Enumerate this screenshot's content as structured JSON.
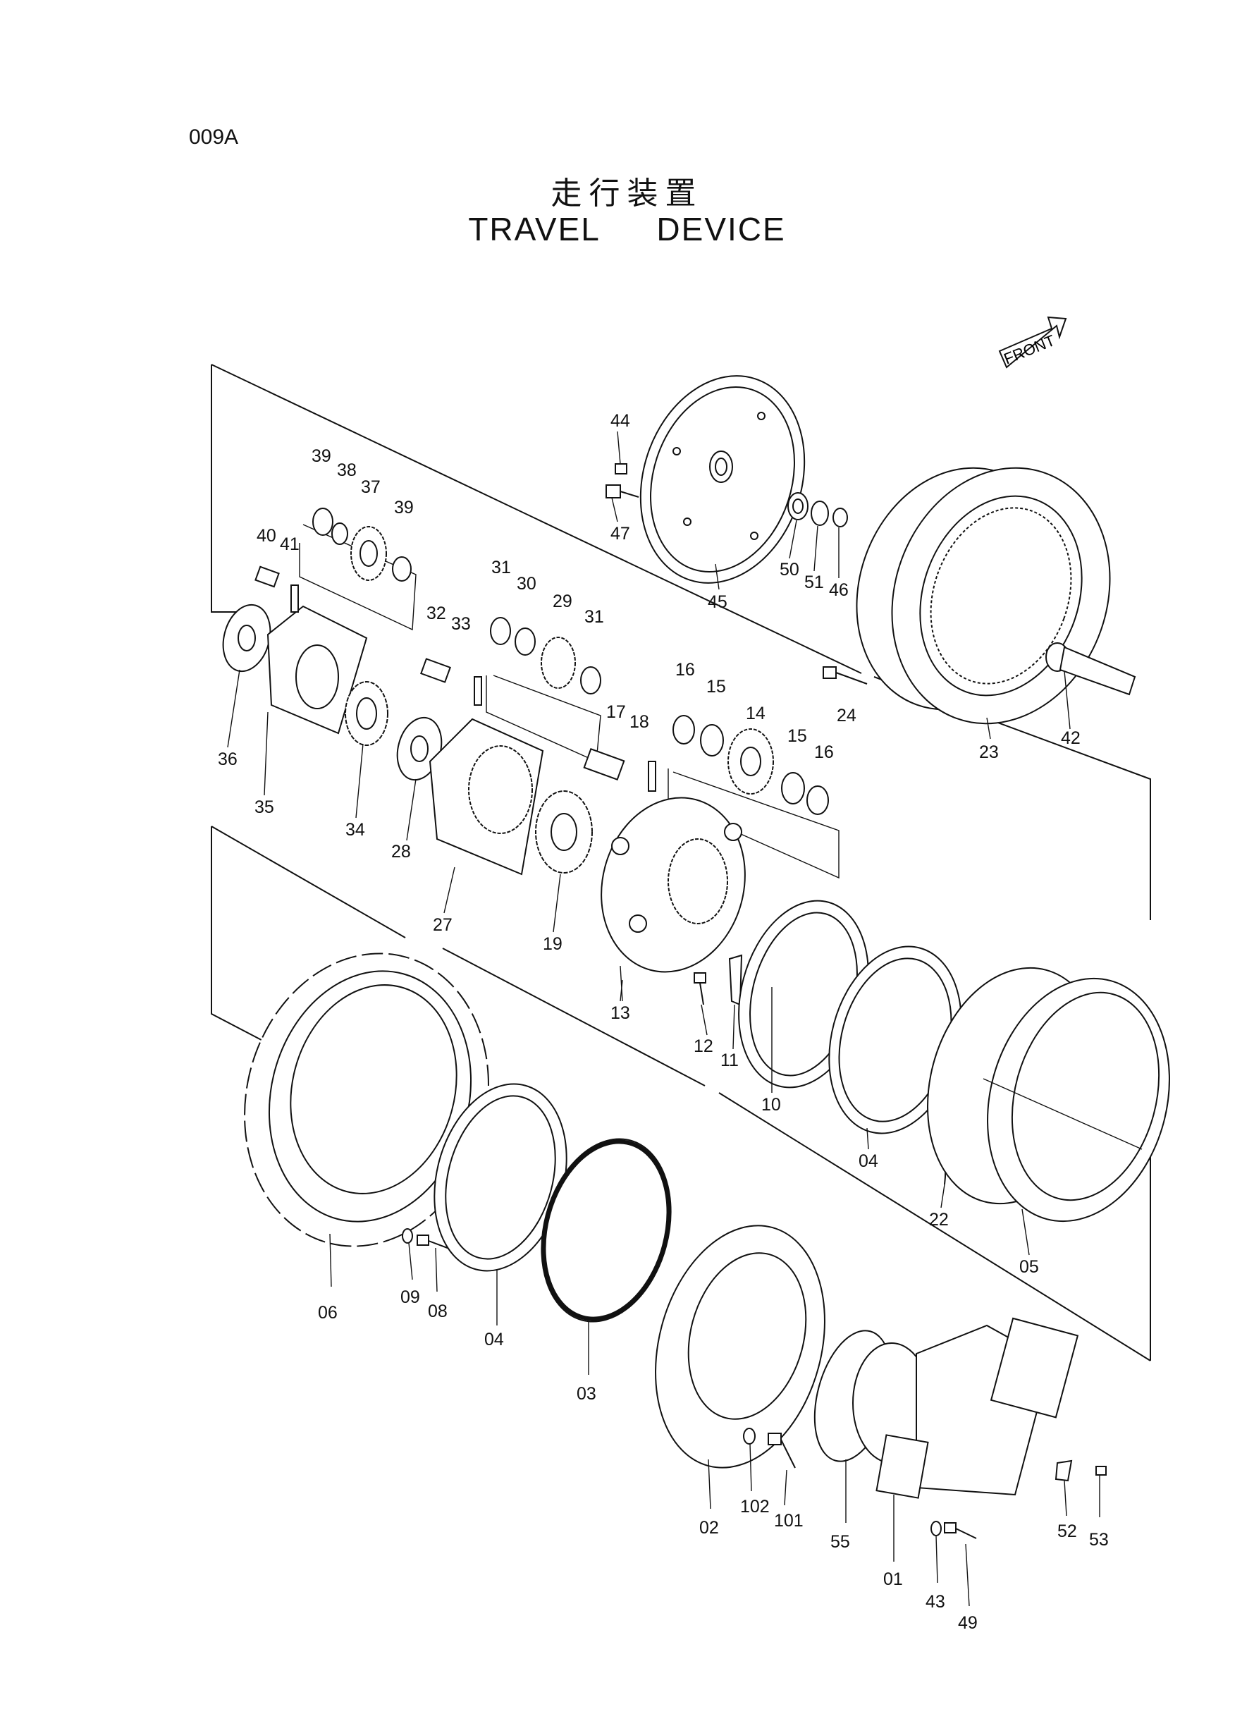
{
  "page_code": "009A",
  "title_jp": "走行装置",
  "title_en": [
    "TRAVEL",
    "DEVICE"
  ],
  "front_label": "FRONT",
  "part_numbers": [
    "44",
    "47",
    "45",
    "50",
    "51",
    "46",
    "39",
    "38",
    "37",
    "39",
    "40",
    "41",
    "36",
    "35",
    "31",
    "30",
    "29",
    "31",
    "32",
    "33",
    "34",
    "28",
    "27",
    "16",
    "15",
    "14",
    "15",
    "16",
    "17",
    "18",
    "19",
    "13",
    "24",
    "23",
    "42",
    "12",
    "11",
    "10",
    "04",
    "22",
    "05",
    "06",
    "09",
    "08",
    "04",
    "03",
    "02",
    "102",
    "101",
    "55",
    "01",
    "43",
    "49",
    "52",
    "53"
  ]
}
